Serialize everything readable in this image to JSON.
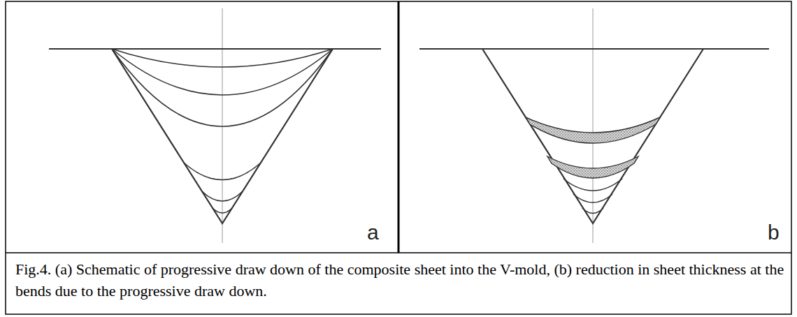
{
  "diagram": {
    "caption": "Fig.4. (a) Schematic of progressive draw down of the composite sheet into the V-mold, (b) reduction in sheet thickness at the bends due to the progressive draw down.",
    "labels": [
      "a",
      "b"
    ]
  }
}
